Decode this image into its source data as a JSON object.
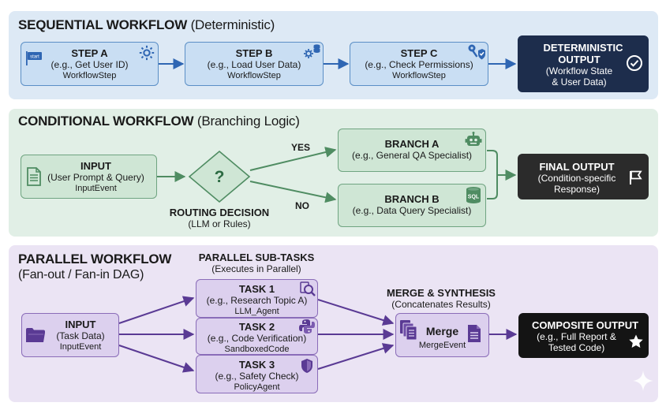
{
  "sequential": {
    "title_bold": "SEQUENTIAL WORKFLOW",
    "title_rest": "(Deterministic)",
    "steps": [
      {
        "title": "STEP A",
        "sub": "(e.g., Get User ID)",
        "meta": "WorkflowStep",
        "icon": "gear-icon",
        "badge": "start"
      },
      {
        "title": "STEP B",
        "sub": "(e.g., Load User Data)",
        "meta": "WorkflowStep",
        "icon": "gear-database-icon"
      },
      {
        "title": "STEP C",
        "sub": "(e.g., Check Permissions)",
        "meta": "WorkflowStep",
        "icon": "key-shield-icon"
      }
    ],
    "output": {
      "title1": "DETERMINISTIC",
      "title2": "OUTPUT",
      "sub1": "(Workflow State",
      "sub2": "& User Data)",
      "icon": "check-circle-icon"
    }
  },
  "conditional": {
    "title_bold": "CONDITIONAL WORKFLOW",
    "title_rest": "(Branching Logic)",
    "input": {
      "title": "INPUT",
      "sub": "(User Prompt & Query)",
      "meta": "InputEvent",
      "icon": "document-icon"
    },
    "decision": {
      "symbol": "?",
      "label": "ROUTING DECISION",
      "sub": "(LLM or Rules)"
    },
    "yes": "YES",
    "no": "NO",
    "branch_a": {
      "title": "BRANCH A",
      "sub": "(e.g., General QA Specialist)",
      "icon": "robot-icon"
    },
    "branch_b": {
      "title": "BRANCH B",
      "sub": "(e.g., Data Query Specialist)",
      "icon": "sql-database-icon",
      "icon_text": "SQL"
    },
    "output": {
      "title": "FINAL OUTPUT",
      "sub1": "(Condition-specific",
      "sub2": "Response)",
      "icon": "flag-icon"
    }
  },
  "parallel": {
    "title_bold": "PARALLEL WORKFLOW",
    "title_sub": "(Fan-out / Fan-in DAG)",
    "subtasks_label": "PARALLEL SUB-TASKS",
    "subtasks_sub": "(Executes in Parallel)",
    "input": {
      "title": "INPUT",
      "sub": "(Task Data)",
      "meta": "InputEvent",
      "icon": "folder-icon"
    },
    "tasks": [
      {
        "title": "TASK 1",
        "sub": "(e.g., Research Topic A)",
        "meta": "LLM_Agent",
        "icon": "magnifier-icon"
      },
      {
        "title": "TASK 2",
        "sub": "(e.g., Code Verification)",
        "meta": "SandboxedCode",
        "icon": "python-icon"
      },
      {
        "title": "TASK 3",
        "sub": "(e.g., Safety Check)",
        "meta": "PolicyAgent",
        "icon": "shield-icon"
      }
    ],
    "merge_label": "MERGE & SYNTHESIS",
    "merge_sub": "(Concatenates Results)",
    "merge": {
      "title": "Merge",
      "meta": "MergeEvent",
      "icon": "documents-icon"
    },
    "output": {
      "title": "COMPOSITE OUTPUT",
      "sub1": "(e.g., Full Report &",
      "sub2": "Tested Code)",
      "icon": "star-icon"
    }
  },
  "colors": {
    "blue_panel": "#dde9f5",
    "green_panel": "#e1efe6",
    "purple_panel": "#ebe4f4",
    "navy_output": "#1d2d4c",
    "blue_accent": "#2f66b3",
    "green_accent": "#4f8c62",
    "purple_accent": "#5a3a94"
  }
}
